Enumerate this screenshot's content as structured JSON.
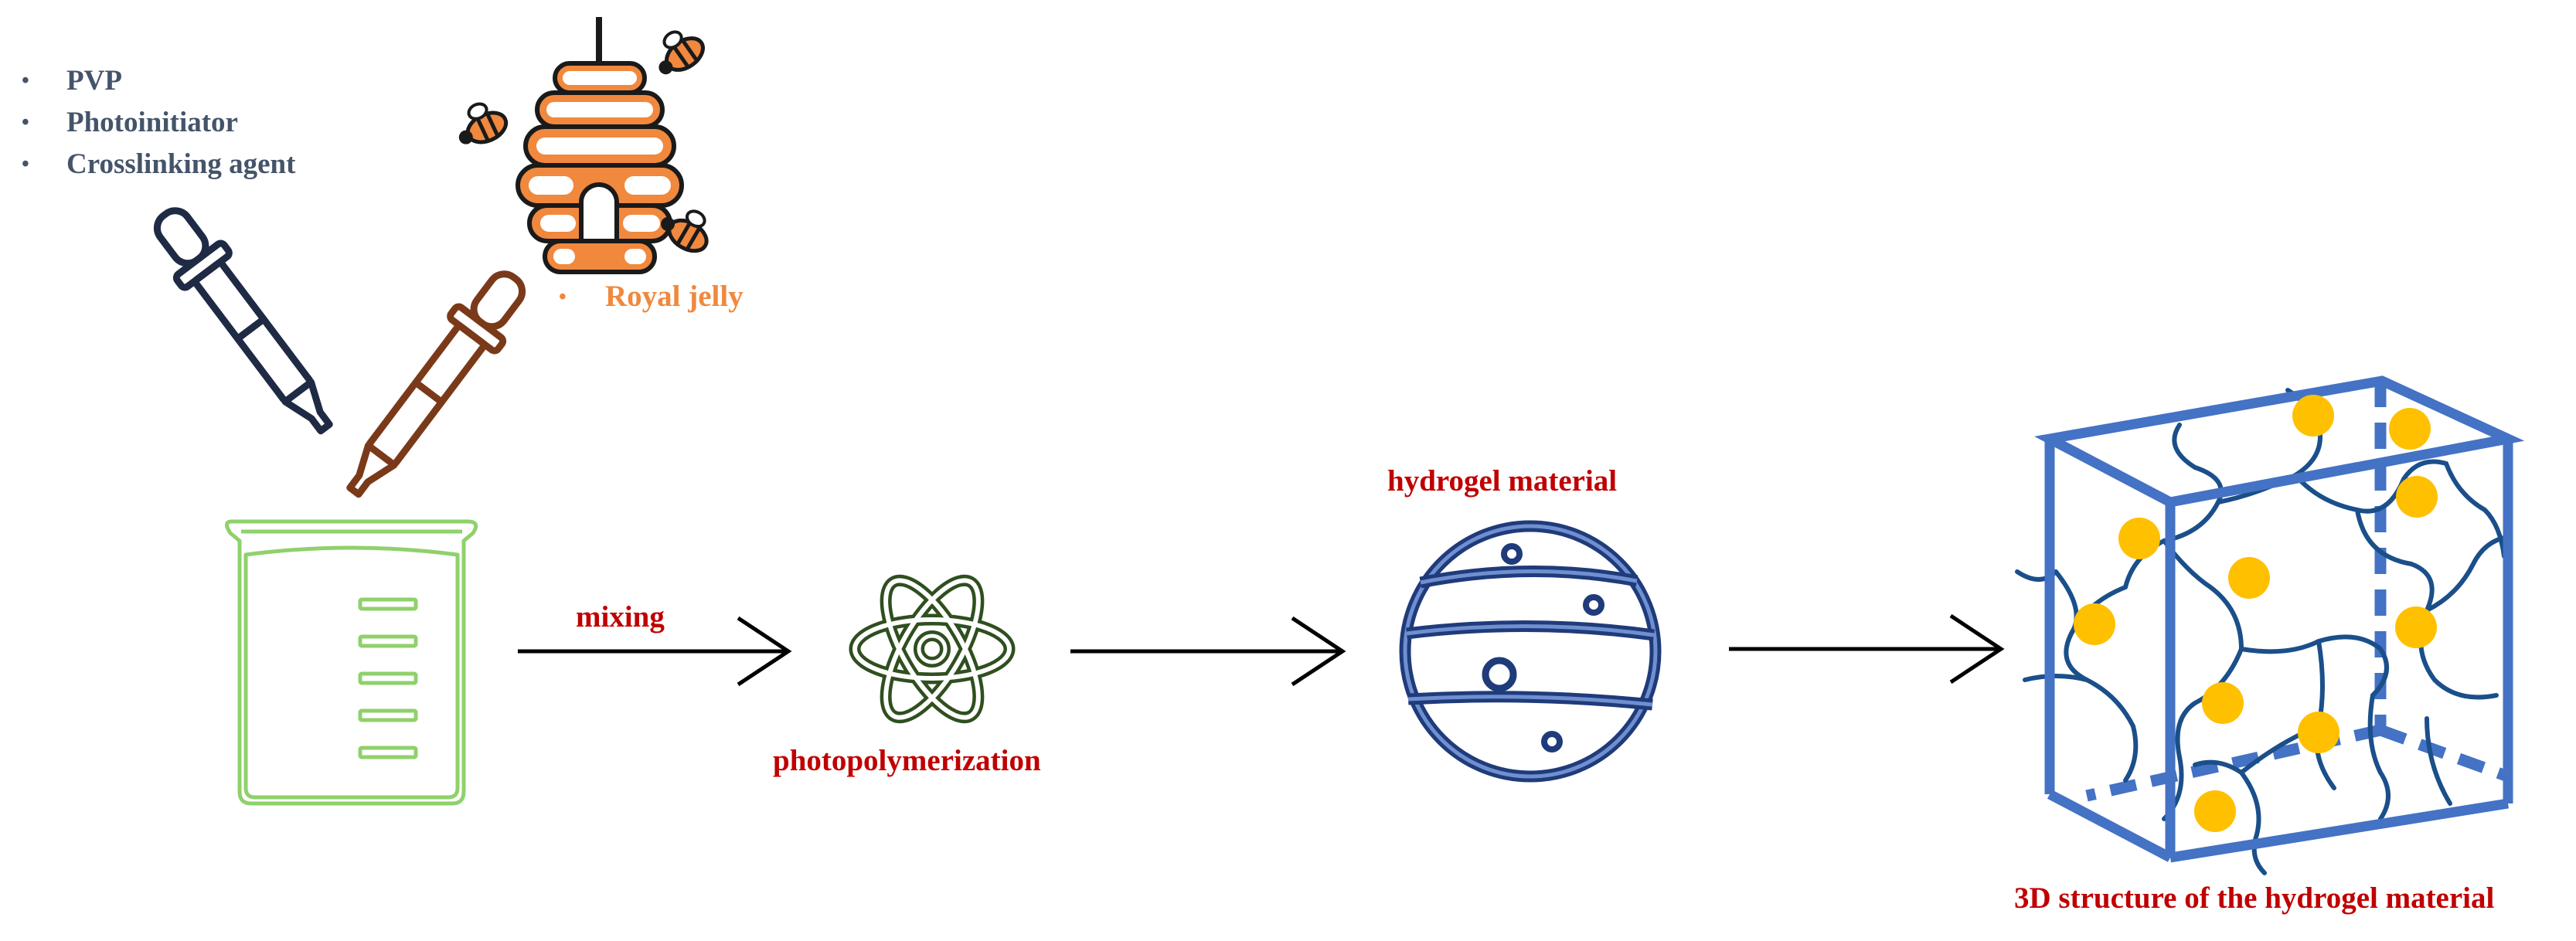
{
  "ingredients": [
    "PVP",
    "Photoinitiator",
    "Crosslinking agent"
  ],
  "royal_jelly_label": "Royal jelly",
  "steps": {
    "mixing": "mixing",
    "photopolymerization": "photopolymerization",
    "hydrogel_material": "hydrogel material",
    "structure_3d": "3D structure of the hydrogel material"
  },
  "colors": {
    "ingredient_text": "#44546a",
    "royal_jelly": "#f0883e",
    "step_labels": "#c00000",
    "beaker": "#8fd16b",
    "dropper_dark": "#1f2a44",
    "dropper_brown": "#7a3a1a",
    "atom": "#2f4f1f",
    "hydrogel_sphere": "#1f3b7a",
    "box": "#4472c4",
    "network": "#1a4f8a",
    "particles": "#ffc000"
  }
}
